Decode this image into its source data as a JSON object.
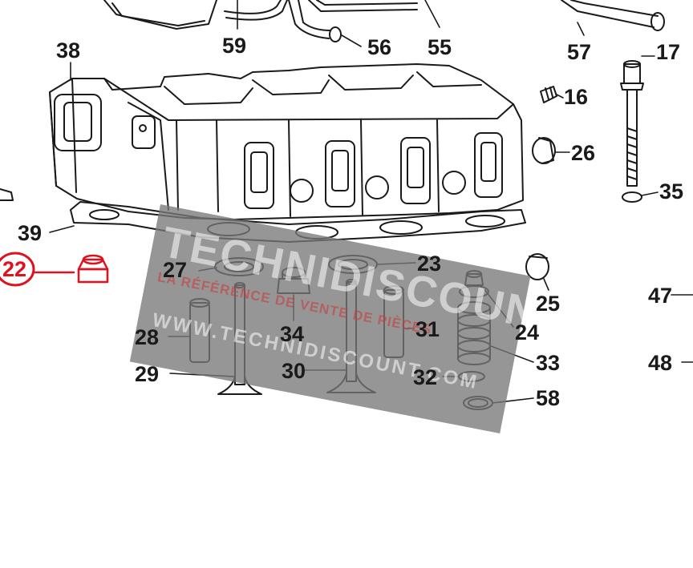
{
  "highlight_color": "#e0101c",
  "line_color": "#1a1a1a",
  "callouts": {
    "p59": "59",
    "p56": "56",
    "p55": "55",
    "p57": "57",
    "p17": "17",
    "p38": "38",
    "p16": "16",
    "p26": "26",
    "p35": "35",
    "p39": "39",
    "p22": "22",
    "p27": "27",
    "p23": "23",
    "p25": "25",
    "p47": "47",
    "p28": "28",
    "p34": "34",
    "p31": "31",
    "p24": "24",
    "p33": "33",
    "p29": "29",
    "p30": "30",
    "p32": "32",
    "p58": "58",
    "p48": "48"
  },
  "watermark": {
    "brand": "TECHNIDISCOUNT",
    "tagline": "LA RÉFÉRENCE DE VENTE DE PIÈCES",
    "url": "WWW.TECHNIDISCOUNT.COM"
  }
}
